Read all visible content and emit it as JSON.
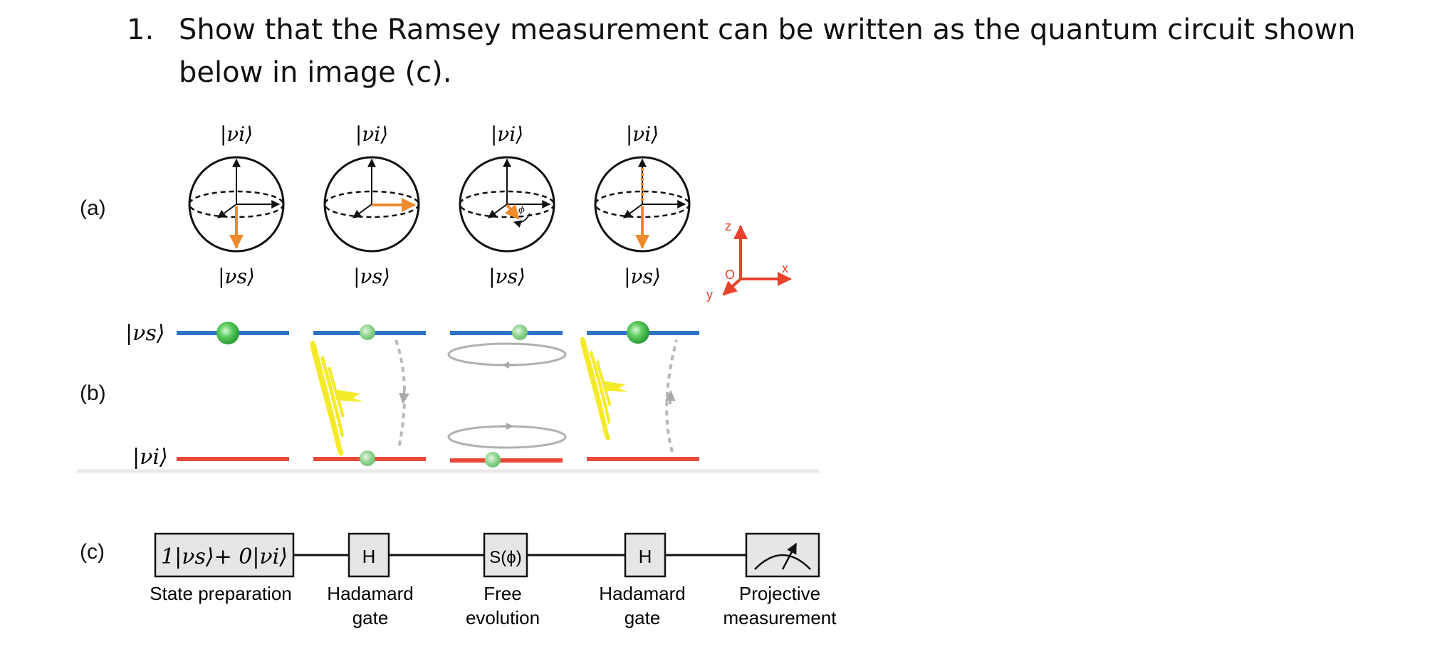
{
  "question": {
    "number": "1.",
    "text": "Show that the Ramsey measurement can be written as the quantum circuit shown below in image (c)."
  },
  "panel_labels": {
    "a": "(a)",
    "b": "(b)",
    "c": "(c)"
  },
  "kets": {
    "upper": "|νi⟩",
    "lower": "|νs⟩"
  },
  "bloch_spheres": {
    "phase_symbol": "ϕ",
    "states": [
      "down",
      "equator",
      "equator-rotated",
      "down"
    ]
  },
  "axes": {
    "z": "z",
    "x": "x",
    "y": "y",
    "origin": "O"
  },
  "energy_levels": {
    "upper_label": "|νs⟩",
    "lower_label": "|νi⟩"
  },
  "circuit": {
    "prep_box": "1|νs⟩+ 0|νi⟩",
    "gate1": "H",
    "phase_gate": "S(ϕ)",
    "gate2": "H",
    "captions": {
      "prep": "State preparation",
      "h1_line1": "Hadamard",
      "h1_line2": "gate",
      "evo_line1": "Free",
      "evo_line2": "evolution",
      "h2_line1": "Hadamard",
      "h2_line2": "gate",
      "meas_line1": "Projective",
      "meas_line2": "measurement"
    }
  },
  "colors": {
    "orange_vector": "#f08a2c",
    "axis_red": "#e8412c",
    "upper_level_blue": "#2d74c4",
    "lower_level_red": "#e84a3a",
    "atom_green": "#3fbf4a",
    "pulse_yellow": "#f5ea2a",
    "dashed_gray": "#b8b8b8",
    "gate_fill": "#e6e6e6"
  }
}
